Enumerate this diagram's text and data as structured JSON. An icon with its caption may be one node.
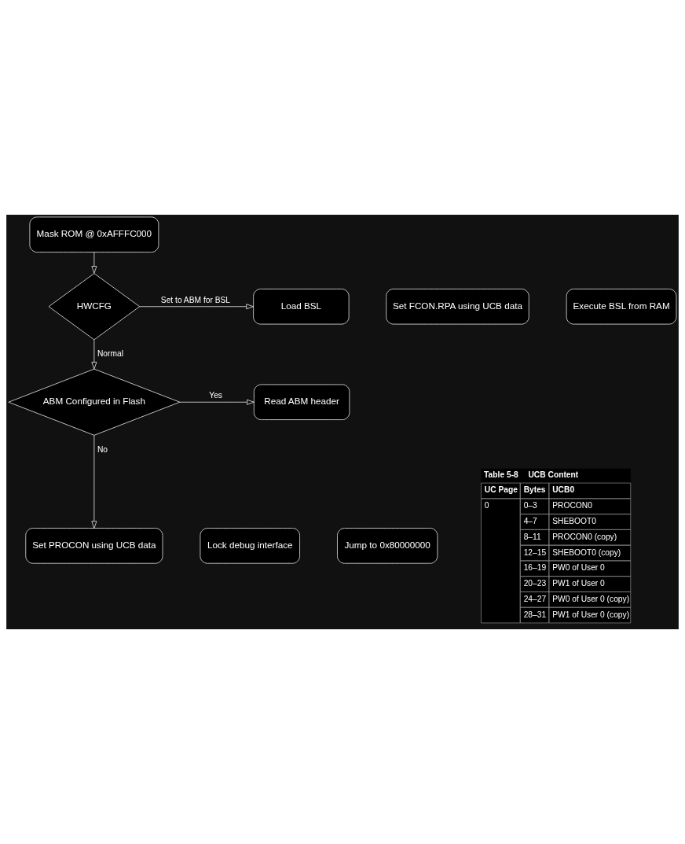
{
  "diagram": {
    "nodes": [
      {
        "text": [
          "Mask ROM @ 0xAFFFC000"
        ]
      },
      {
        "text": [
          "HWCFG"
        ]
      },
      {
        "text": [
          "Load BSL"
        ]
      },
      {
        "text": [
          "Set FCON.RPA using UCB data"
        ]
      },
      {
        "text": [
          "Execute BSL from RAM"
        ]
      },
      {
        "text": [
          "ABM Configured in Flash"
        ]
      },
      {
        "text": [
          "Read ABM header"
        ]
      },
      {
        "text": [
          "Set PROCON using UCB data"
        ]
      },
      {
        "text": [
          "Lock debug interface"
        ]
      },
      {
        "text": [
          "Jump to 0x80000000"
        ]
      }
    ],
    "edges": [
      {
        "from": 0,
        "to": 1,
        "arrow": "to"
      },
      {
        "from": 1,
        "to": 2,
        "arrow": "to",
        "label": "Set to ABM for BSL"
      },
      {
        "from": 1,
        "to": 5,
        "arrow": "to",
        "label": "Normal"
      },
      {
        "from": 5,
        "to": 6,
        "arrow": "to",
        "label": "Yes"
      },
      {
        "from": 5,
        "to": 7,
        "arrow": "to",
        "label": "No"
      }
    ],
    "labels": [
      "Table 5-8",
      "UCB Content",
      "UC Page",
      "Bytes",
      "UCB0",
      "0",
      "0–3",
      "PROCON0",
      "4–7",
      "SHEBOOT0",
      "8–11",
      "PROCON0 (copy)",
      "12–15",
      "SHEBOOT0 (copy)",
      "16–19",
      "PW0 of User 0",
      "20–23",
      "PW1 of User 0",
      "24–27",
      "PW0 of User 0 (copy)",
      "28–31",
      "PW1 of User 0 (copy)"
    ]
  }
}
